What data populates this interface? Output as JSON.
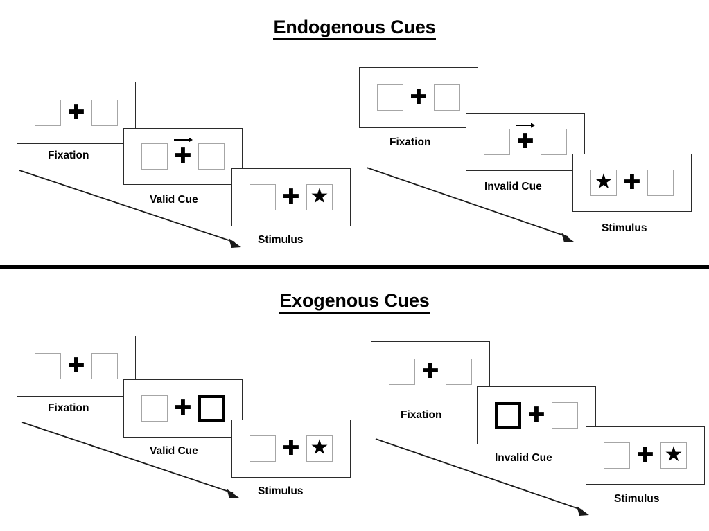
{
  "figure": {
    "title_top": "Endogenous Cues",
    "title_bottom": "Exogenous Cues"
  },
  "labels": {
    "fixation": "Fixation",
    "valid_cue": "Valid Cue",
    "invalid_cue": "Invalid Cue",
    "stimulus": "Stimulus"
  },
  "glyphs": {
    "fixation_cross": "✚",
    "star": "★"
  },
  "sections": [
    {
      "id": "endogenous",
      "title": "Endogenous Cues",
      "cue_type": "arrow",
      "columns": [
        {
          "id": "endogenous-valid",
          "condition": "valid",
          "panels": [
            {
              "stage": "fixation",
              "label": "Fixation",
              "left_box": "empty",
              "right_box": "empty",
              "cue": "none",
              "target": "none"
            },
            {
              "stage": "cue",
              "label": "Valid Cue",
              "left_box": "empty",
              "right_box": "empty",
              "cue": "arrow-right",
              "target": "none"
            },
            {
              "stage": "stimulus",
              "label": "Stimulus",
              "left_box": "empty",
              "right_box": "star",
              "cue": "none",
              "target": "right"
            }
          ]
        },
        {
          "id": "endogenous-invalid",
          "condition": "invalid",
          "panels": [
            {
              "stage": "fixation",
              "label": "Fixation",
              "left_box": "empty",
              "right_box": "empty",
              "cue": "none",
              "target": "none"
            },
            {
              "stage": "cue",
              "label": "Invalid Cue",
              "left_box": "empty",
              "right_box": "empty",
              "cue": "arrow-right",
              "target": "none"
            },
            {
              "stage": "stimulus",
              "label": "Stimulus",
              "left_box": "star",
              "right_box": "empty",
              "cue": "none",
              "target": "left"
            }
          ]
        }
      ]
    },
    {
      "id": "exogenous",
      "title": "Exogenous Cues",
      "cue_type": "box-flash",
      "columns": [
        {
          "id": "exogenous-valid",
          "condition": "valid",
          "panels": [
            {
              "stage": "fixation",
              "label": "Fixation",
              "left_box": "empty",
              "right_box": "empty",
              "cue": "none",
              "target": "none"
            },
            {
              "stage": "cue",
              "label": "Valid Cue",
              "left_box": "empty",
              "right_box": "cued",
              "cue": "right-box-highlight",
              "target": "none"
            },
            {
              "stage": "stimulus",
              "label": "Stimulus",
              "left_box": "empty",
              "right_box": "star",
              "cue": "none",
              "target": "right"
            }
          ]
        },
        {
          "id": "exogenous-invalid",
          "condition": "invalid",
          "panels": [
            {
              "stage": "fixation",
              "label": "Fixation",
              "left_box": "empty",
              "right_box": "empty",
              "cue": "none",
              "target": "none"
            },
            {
              "stage": "cue",
              "label": "Invalid Cue",
              "left_box": "cued",
              "right_box": "empty",
              "cue": "left-box-highlight",
              "target": "none"
            },
            {
              "stage": "stimulus",
              "label": "Stimulus",
              "left_box": "empty",
              "right_box": "star",
              "cue": "none",
              "target": "right"
            }
          ]
        }
      ]
    }
  ],
  "colors": {
    "ink": "#000000",
    "panel_border": "#2b2b2b",
    "box_border": "#a6a6a6",
    "cued_box_border": "#000000",
    "background": "#ffffff"
  }
}
